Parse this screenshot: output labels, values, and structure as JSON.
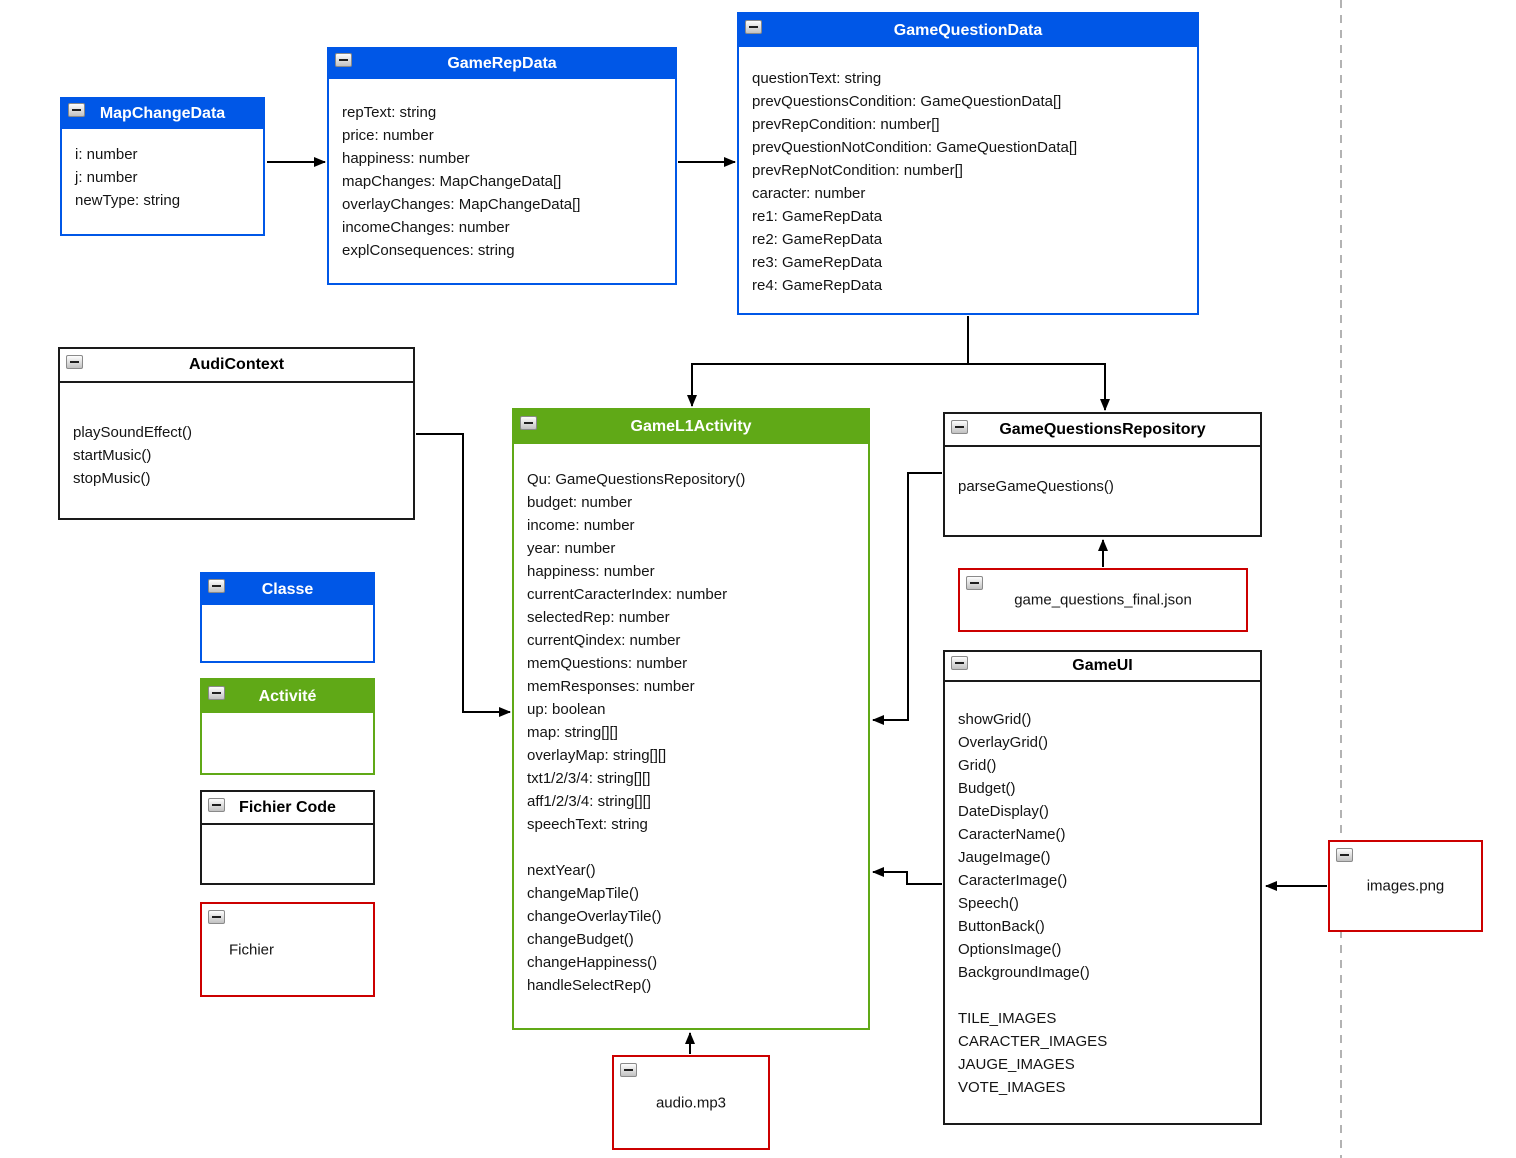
{
  "colors": {
    "class_header_blue": "#0057e7",
    "activity_header_green": "#60a917",
    "file_border_red": "#cc0000",
    "connector_black": "#000000",
    "page_boundary_gray": "#b3b3b3"
  },
  "icons": {
    "collapse": "minus"
  },
  "boxes": {
    "mapChangeData": {
      "title": "MapChangeData",
      "members": [
        "i: number",
        "j: number",
        "newType: string"
      ]
    },
    "gameRepData": {
      "title": "GameRepData",
      "members": [
        "repText: string",
        "price: number",
        "happiness: number",
        "mapChanges: MapChangeData[]",
        "overlayChanges: MapChangeData[]",
        "incomeChanges: number",
        "explConsequences: string"
      ]
    },
    "gameQuestionData": {
      "title": "GameQuestionData",
      "members": [
        "questionText: string",
        "prevQuestionsCondition: GameQuestionData[]",
        "prevRepCondition: number[]",
        "prevQuestionNotCondition: GameQuestionData[]",
        "prevRepNotCondition: number[]",
        "caracter: number",
        "re1: GameRepData",
        "re2: GameRepData",
        "re3: GameRepData",
        "re4: GameRepData"
      ]
    },
    "audiContext": {
      "title": "AudiContext",
      "members": [
        "playSoundEffect()",
        "startMusic()",
        "stopMusic()"
      ]
    },
    "gameL1Activity": {
      "title": "GameL1Activity",
      "members": [
        "Qu: GameQuestionsRepository()",
        "budget: number",
        "income: number",
        "year: number",
        "happiness: number",
        "currentCaracterIndex: number",
        "selectedRep: number",
        "currentQindex: number",
        "memQuestions: number",
        "memResponses: number",
        "up: boolean",
        "map: string[][]",
        "overlayMap: string[][]",
        "txt1/2/3/4: string[][]",
        "aff1/2/3/4: string[][]",
        "speechText: string",
        "",
        "nextYear()",
        "changeMapTile()",
        "changeOverlayTile()",
        "changeBudget()",
        "changeHappiness()",
        "handleSelectRep()"
      ]
    },
    "gameQuestionsRepository": {
      "title": "GameQuestionsRepository",
      "members": [
        "parseGameQuestions()"
      ]
    },
    "gameUI": {
      "title": "GameUI",
      "members": [
        "showGrid()",
        "OverlayGrid()",
        "Grid()",
        "Budget()",
        "DateDisplay()",
        "CaracterName()",
        "JaugeImage()",
        "CaracterImage()",
        "Speech()",
        "ButtonBack()",
        "OptionsImage()",
        "BackgroundImage()",
        "",
        "TILE_IMAGES",
        "CARACTER_IMAGES",
        "JAUGE_IMAGES",
        "VOTE_IMAGES"
      ]
    },
    "legendClasse": {
      "title": "Classe",
      "members": []
    },
    "legendActivite": {
      "title": "Activité",
      "members": []
    },
    "legendFichierCode": {
      "title": "Fichier Code",
      "members": []
    },
    "legendFichier": {
      "label": "Fichier"
    },
    "gameQuestionsFinalJson": {
      "label": "game_questions_final.json"
    },
    "imagesPng": {
      "label": "images.png"
    },
    "audioMp3": {
      "label": "audio.mp3"
    }
  }
}
